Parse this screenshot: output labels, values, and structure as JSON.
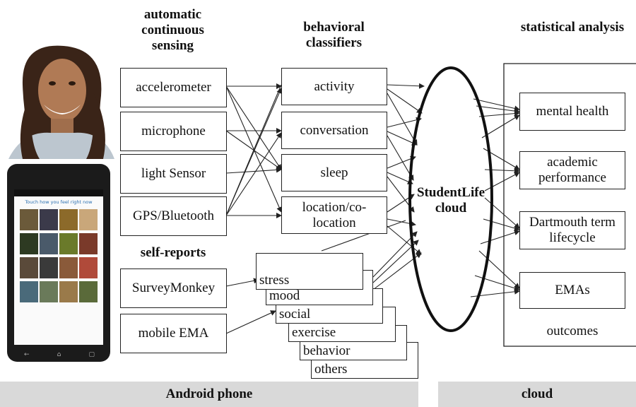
{
  "headers": {
    "sensing": "automatic continuous sensing",
    "classifiers": "behavioral classifiers",
    "analysis": "statistical analysis",
    "self_reports": "self-reports"
  },
  "sensors": [
    "accelerometer",
    "microphone",
    "light Sensor",
    "GPS/Bluetooth"
  ],
  "classifiers": [
    "activity",
    "conversation",
    "sleep",
    "location/co-location"
  ],
  "self_report_sources": [
    "SurveyMonkey",
    "mobile EMA"
  ],
  "surveys": [
    "stress",
    "mood",
    "social",
    "exercise",
    "behavior",
    "others"
  ],
  "cloud_label": "StudentLife cloud",
  "outcomes": [
    "mental health",
    "academic performance",
    "Dartmouth term lifecycle",
    "EMAs"
  ],
  "outcomes_label": "outcomes",
  "bands": {
    "android": "Android phone",
    "cloud": "cloud"
  },
  "phone": {
    "prompt": "Touch how you feel right now"
  },
  "colors": {
    "band": "#d9d9d9",
    "line": "#222222",
    "prompt_text": "#2a6fb0"
  }
}
